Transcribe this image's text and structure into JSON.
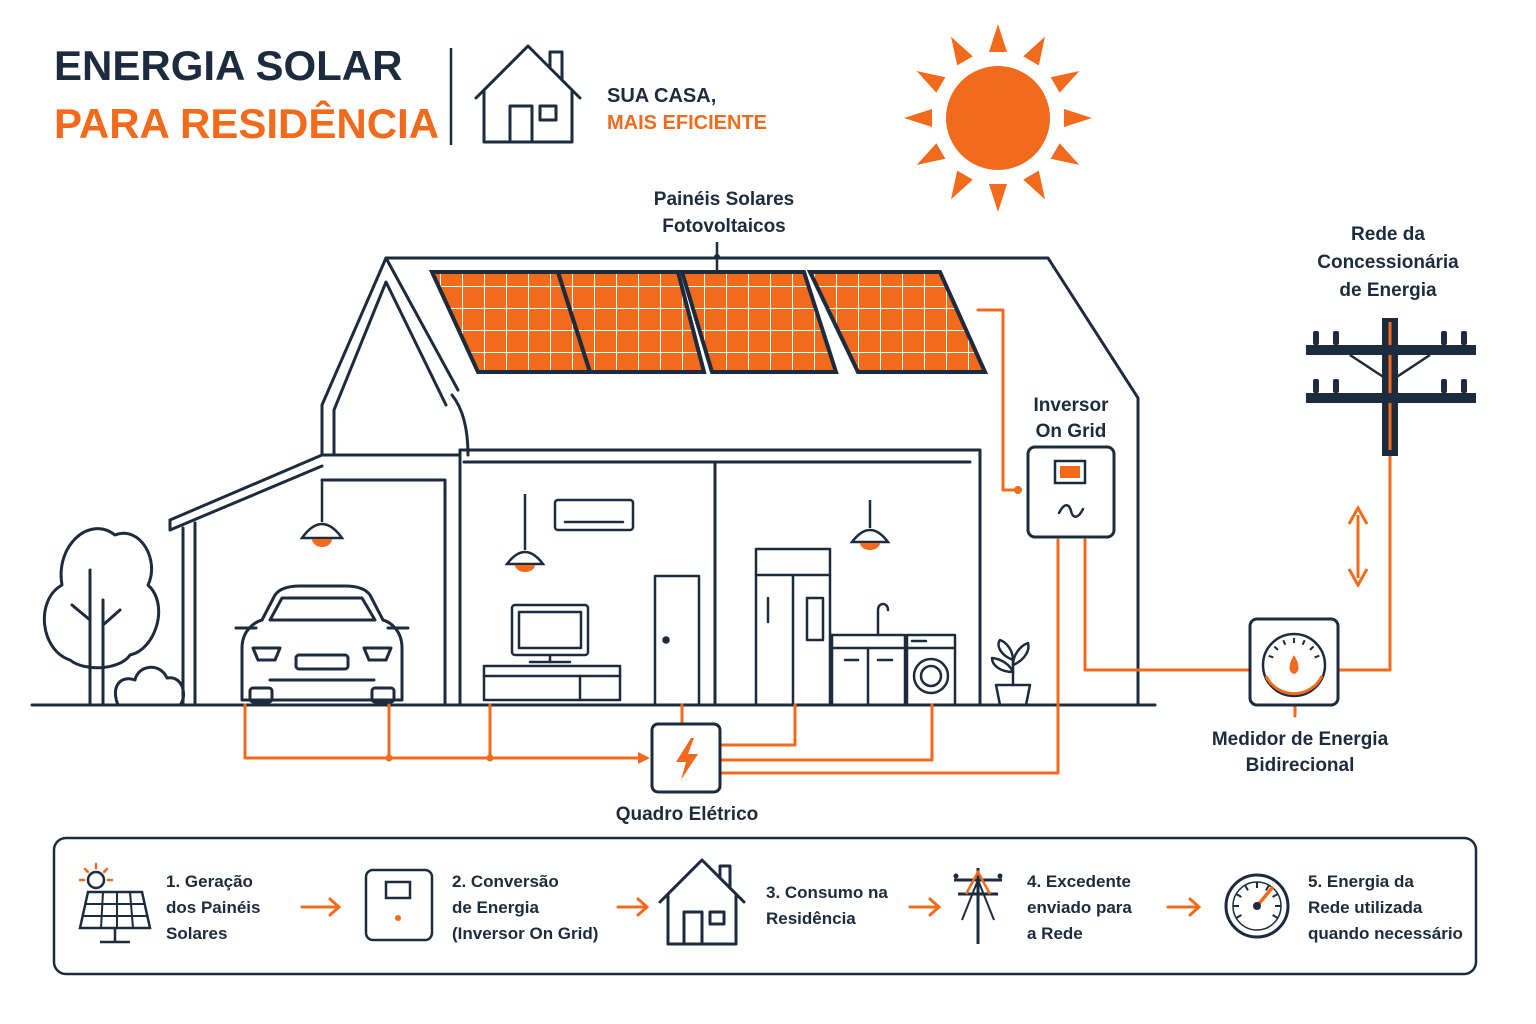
{
  "header": {
    "title_line1": "ENERGIA SOLAR",
    "title_line2": "PARA RESIDÊNCIA",
    "tagline_line1": "SUA CASA,",
    "tagline_line2": "MAIS EFICIENTE"
  },
  "labels": {
    "panels": [
      "Painéis Solares",
      "Fotovoltaicos"
    ],
    "inverter": [
      "Inversor",
      "On Grid"
    ],
    "grid": [
      "Rede da",
      "Concessionária",
      "de Energia"
    ],
    "meter": [
      "Medidor de Energia",
      "Bidirecional"
    ],
    "breaker": "Quadro Elétrico"
  },
  "steps": [
    {
      "icon": "solar-panel-icon",
      "lines": [
        "1. Geração",
        "dos Painéis",
        "Solares"
      ]
    },
    {
      "icon": "inverter-icon",
      "lines": [
        "2. Conversão",
        "de Energia",
        "(Inversor On Grid)"
      ]
    },
    {
      "icon": "house-icon",
      "lines": [
        "3. Consumo na",
        "Residência"
      ]
    },
    {
      "icon": "power-pole-icon",
      "lines": [
        "4. Excedente",
        "enviado para",
        "a Rede"
      ]
    },
    {
      "icon": "gauge-icon",
      "lines": [
        "5. Energia da",
        "Rede utilizada",
        "quando necessário"
      ]
    }
  ],
  "colors": {
    "accent": "#f26a1b",
    "ink": "#1c2b3d",
    "background": "#ffffff"
  }
}
